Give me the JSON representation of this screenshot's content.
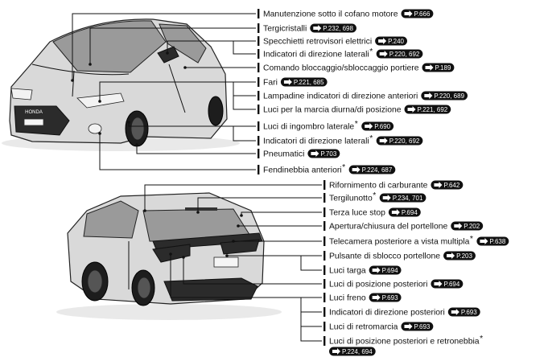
{
  "labels": [
    {
      "id": "front-1",
      "text": "Manutenzione sotto il cofano motore",
      "asterisk": false,
      "ref": "P.666"
    },
    {
      "id": "front-2",
      "text": "Tergicristalli",
      "asterisk": false,
      "ref": "P.232, 698"
    },
    {
      "id": "front-3",
      "text": "Specchietti retrovisori elettrici",
      "asterisk": false,
      "ref": "P.240"
    },
    {
      "id": "front-4",
      "text": "Indicatori di direzione laterali",
      "asterisk": true,
      "ref": "P.220, 692"
    },
    {
      "id": "front-5",
      "text": "Comando bloccaggio/sbloccaggio portiere",
      "asterisk": false,
      "ref": "P.189"
    },
    {
      "id": "front-6",
      "text": "Fari",
      "asterisk": false,
      "ref": "P.221, 685"
    },
    {
      "id": "front-7",
      "text": "Lampadine indicatori di direzione anteriori",
      "asterisk": false,
      "ref": "P.220, 689"
    },
    {
      "id": "front-8",
      "text": "Luci per la marcia diurna/di posizione",
      "asterisk": false,
      "ref": "P.221, 692"
    },
    {
      "id": "front-9",
      "text": "Luci di ingombro laterale",
      "asterisk": true,
      "ref": "P.690"
    },
    {
      "id": "front-10",
      "text": "Indicatori di direzione laterali",
      "asterisk": true,
      "ref": "P.220, 692"
    },
    {
      "id": "front-11",
      "text": "Pneumatici",
      "asterisk": false,
      "ref": "P.703"
    },
    {
      "id": "front-12",
      "text": "Fendinebbia anteriori",
      "asterisk": true,
      "ref": "P.224, 687"
    },
    {
      "id": "rear-1",
      "text": "Rifornimento di carburante",
      "asterisk": false,
      "ref": "P.642"
    },
    {
      "id": "rear-2",
      "text": "Tergilunotto",
      "asterisk": true,
      "ref": "P.234, 701"
    },
    {
      "id": "rear-3",
      "text": "Terza luce stop",
      "asterisk": false,
      "ref": "P.694"
    },
    {
      "id": "rear-4",
      "text": "Apertura/chiusura del portellone",
      "asterisk": false,
      "ref": "P.202"
    },
    {
      "id": "rear-5",
      "text": "Telecamera posteriore a vista multipla",
      "asterisk": true,
      "ref": "P.638"
    },
    {
      "id": "rear-6",
      "text": "Pulsante di sblocco portellone",
      "asterisk": false,
      "ref": "P.203"
    },
    {
      "id": "rear-7",
      "text": "Luci targa",
      "asterisk": false,
      "ref": "P.694"
    },
    {
      "id": "rear-8",
      "text": "Luci di posizione posteriori",
      "asterisk": false,
      "ref": "P.694"
    },
    {
      "id": "rear-9",
      "text": "Luci freno",
      "asterisk": false,
      "ref": "P.693"
    },
    {
      "id": "rear-10",
      "text": "Indicatori di direzione posteriori",
      "asterisk": false,
      "ref": "P.693"
    },
    {
      "id": "rear-11",
      "text": "Luci di retromarcia",
      "asterisk": false,
      "ref": "P.693"
    },
    {
      "id": "rear-12",
      "text": "Luci di posizione posteriori e retronebbia",
      "asterisk": true,
      "ref": "P.224, 694"
    }
  ],
  "car_brand_text": "HONDA"
}
